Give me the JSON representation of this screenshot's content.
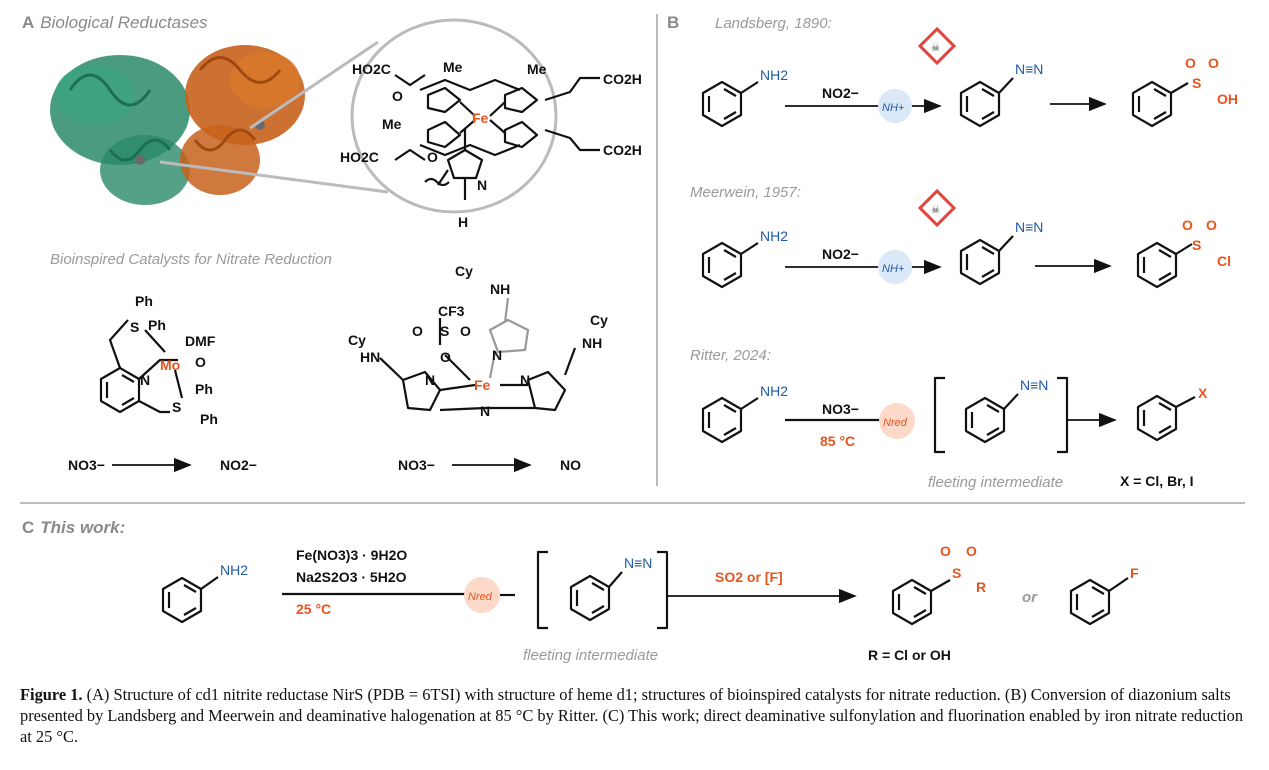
{
  "panelA": {
    "letter": "A",
    "title": "Biological Reductases",
    "heme_labels": {
      "ho2c_top": "HO2C",
      "me1": "Me",
      "me2": "Me",
      "me3": "Me",
      "co2h1": "CO2H",
      "co2h2": "CO2H",
      "ho2c_bot": "HO2C",
      "o1": "O",
      "o2": "O",
      "n": "N",
      "fe": "Fe",
      "h": "H"
    },
    "subtitle": "Bioinspired Catalysts for Nitrate Reduction",
    "mo_complex": {
      "ph1": "Ph",
      "ph2": "Ph",
      "ph3": "Ph",
      "ph4": "Ph",
      "s1": "S",
      "s2": "S",
      "dmf": "DMF",
      "mo": "Mo",
      "o": "O",
      "n": "N",
      "reactant": "NO3−",
      "product": "NO2−"
    },
    "fe_complex": {
      "cy1": "Cy",
      "cy2": "Cy",
      "cy3": "Cy",
      "nh1": "NH",
      "nh2": "NH",
      "hn": "HN",
      "cf3": "CF3",
      "o1": "O",
      "o2": "O",
      "o3": "O",
      "s": "S",
      "fe": "Fe",
      "n1": "N",
      "n2": "N",
      "n3": "N",
      "n4": "N",
      "reactant": "NO3−",
      "product": "NO"
    }
  },
  "panelB": {
    "letter": "B",
    "rows": [
      {
        "author": "Landsberg, 1890:",
        "nh2": "NH2",
        "reagent": "NO2−",
        "badge": "NH+",
        "product_group": "SO3H",
        "product_end": "OH"
      },
      {
        "author": "Meerwein, 1957:",
        "nh2": "NH2",
        "reagent": "NO2−",
        "badge": "NH+",
        "product_group": "SO2Cl",
        "product_end": "Cl"
      },
      {
        "author": "Ritter, 2024:",
        "nh2": "NH2",
        "reagent": "NO3−",
        "condition": "85 °C",
        "badge": "Nred",
        "intermediate_note": "fleeting intermediate",
        "product_end": "X",
        "x_def": "X = Cl, Br, I"
      }
    ]
  },
  "panelC": {
    "letter": "C",
    "title": "This work:",
    "nh2": "NH2",
    "reagent1": "Fe(NO3)3 · 9H2O",
    "reagent2": "Na2S2O3 · 5H2O",
    "condition": "25 °C",
    "badge": "Nred",
    "intermediate_note": "fleeting intermediate",
    "step2": "SO2 or [F]",
    "r_group": "R",
    "or": "or",
    "f": "F",
    "r_def": "R = Cl or OH"
  },
  "caption": {
    "label": "Figure 1.",
    "text": " (A) Structure of cd1 nitrite reductase NirS (PDB = 6TSI) with structure of heme d1; structures of bioinspired catalysts for nitrate reduction. (B) Conversion of diazonium salts presented by Landsberg and Meerwein and deaminative halogenation at 85 °C by Ritter. (C) This work; direct deaminative sulfonylation and fluorination enabled by iron nitrate reduction at 25 °C."
  },
  "colors": {
    "accent": "#e8541e",
    "blue": "#1f5aa8",
    "protein_green": "#2a8a6a",
    "protein_orange": "#c8621c",
    "hazard_red": "#e2443f"
  }
}
